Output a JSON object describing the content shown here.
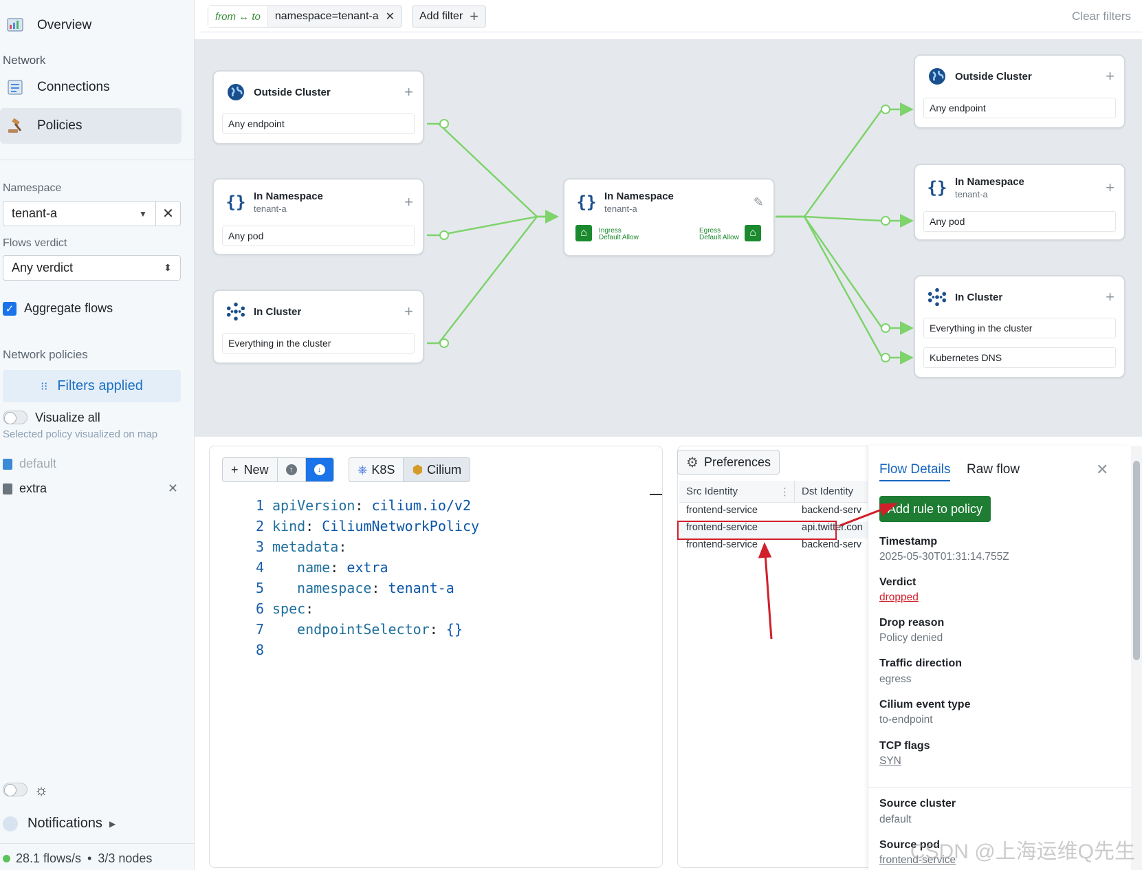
{
  "sidebar": {
    "overview": "Overview",
    "network_section": "Network",
    "connections": "Connections",
    "policies": "Policies",
    "namespace_label": "Namespace",
    "namespace_value": "tenant-a",
    "verdict_label": "Flows verdict",
    "verdict_value": "Any verdict",
    "aggregate_label": "Aggregate flows",
    "network_policies_label": "Network policies",
    "filters_applied": "Filters applied",
    "visualize_all": "Visualize all",
    "visualize_hint": "Selected policy visualized on map",
    "policies_list": [
      {
        "name": "default"
      },
      {
        "name": "extra"
      }
    ],
    "notifications": "Notifications",
    "status_flows": "28.1 flows/s",
    "status_nodes": "3/3 nodes"
  },
  "filterbar": {
    "chip_direction": "from ↔ to",
    "chip_value": "namespace=tenant-a",
    "add_filter": "Add filter",
    "clear_filters": "Clear filters"
  },
  "map": {
    "left": [
      {
        "title": "Outside Cluster",
        "sub": "",
        "rows": [
          "Any endpoint"
        ]
      },
      {
        "title": "In Namespace",
        "sub": "tenant-a",
        "rows": [
          "Any pod"
        ]
      },
      {
        "title": "In Cluster",
        "sub": "",
        "rows": [
          "Everything in the cluster"
        ]
      }
    ],
    "center": {
      "title": "In Namespace",
      "sub": "tenant-a",
      "ingress_1": "Ingress",
      "ingress_2": "Default Allow",
      "egress_1": "Egress",
      "egress_2": "Default Allow"
    },
    "right": [
      {
        "title": "Outside Cluster",
        "sub": "",
        "rows": [
          "Any endpoint"
        ]
      },
      {
        "title": "In Namespace",
        "sub": "tenant-a",
        "rows": [
          "Any pod"
        ]
      },
      {
        "title": "In Cluster",
        "sub": "",
        "rows": [
          "Everything in the cluster",
          "Kubernetes DNS"
        ]
      }
    ],
    "edge_color": "#7ed36c"
  },
  "editor": {
    "new_label": "New",
    "k8s_label": "K8S",
    "cilium_label": "Cilium",
    "lines": [
      {
        "n": "1",
        "indent": "",
        "key": "apiVersion",
        "val": "cilium.io/v2"
      },
      {
        "n": "2",
        "indent": "",
        "key": "kind",
        "val": "CiliumNetworkPolicy"
      },
      {
        "n": "3",
        "indent": "",
        "key": "metadata",
        "val": ""
      },
      {
        "n": "4",
        "indent": "  ",
        "key": "name",
        "val": "extra"
      },
      {
        "n": "5",
        "indent": "  ",
        "key": "namespace",
        "val": "tenant-a"
      },
      {
        "n": "6",
        "indent": "",
        "key": "spec",
        "val": ""
      },
      {
        "n": "7",
        "indent": "  ",
        "key": "endpointSelector",
        "val": "{}"
      },
      {
        "n": "8",
        "indent": "",
        "key": "",
        "val": ""
      }
    ]
  },
  "flows": {
    "preferences": "Preferences",
    "col_src": "Src Identity",
    "col_dst": "Dst Identity",
    "rows": [
      {
        "src": "frontend-service",
        "dst": "backend-serv"
      },
      {
        "src": "frontend-service",
        "dst": "api.twitter.con"
      },
      {
        "src": "frontend-service",
        "dst": "backend-serv"
      }
    ]
  },
  "details": {
    "tab_details": "Flow Details",
    "tab_raw": "Raw flow",
    "add_rule": "Add rule to policy",
    "fields": [
      {
        "label": "Timestamp",
        "value": "2025-05-30T01:31:14.755Z"
      },
      {
        "label": "Verdict",
        "value": "dropped"
      },
      {
        "label": "Drop reason",
        "value": "Policy denied"
      },
      {
        "label": "Traffic direction",
        "value": "egress"
      },
      {
        "label": "Cilium event type",
        "value": "to-endpoint"
      },
      {
        "label": "TCP flags",
        "value": "SYN"
      },
      {
        "label": "Source cluster",
        "value": "default"
      },
      {
        "label": "Source pod",
        "value": "frontend-service"
      }
    ],
    "verdict_color": "#d0202a"
  },
  "watermark": "CSDN @上海运维Q先生"
}
